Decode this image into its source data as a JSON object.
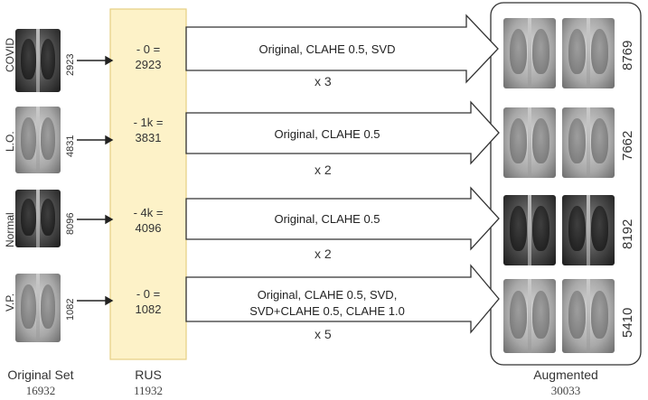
{
  "rows": [
    {
      "label": "COVID",
      "count": "2923",
      "rus_line1": "- 0 =",
      "rus_line2": "2923",
      "method_line1": "Original, CLAHE 0.5, SVD",
      "method_line2": "",
      "multiplier": "x 3",
      "augmented_count": "8769"
    },
    {
      "label": "L.O.",
      "count": "4831",
      "rus_line1": "- 1k =",
      "rus_line2": "3831",
      "method_line1": "Original, CLAHE 0.5",
      "method_line2": "",
      "multiplier": "x 2",
      "augmented_count": "7662"
    },
    {
      "label": "Normal",
      "count": "8096",
      "rus_line1": "- 4k =",
      "rus_line2": "4096",
      "method_line1": "Original, CLAHE 0.5",
      "method_line2": "",
      "multiplier": "x 2",
      "augmented_count": "8192"
    },
    {
      "label": "V.P.",
      "count": "1082",
      "rus_line1": "- 0 =",
      "rus_line2": "1082",
      "method_line1": "Original, CLAHE 0.5, SVD,",
      "method_line2": "SVD+CLAHE 0.5, CLAHE 1.0",
      "multiplier": "x 5",
      "augmented_count": "5410"
    }
  ],
  "captions": {
    "original_label": "Original Set",
    "original_total": "16932",
    "rus_label": "RUS",
    "rus_total": "11932",
    "augmented_label": "Augmented",
    "augmented_total": "30033"
  },
  "colors": {
    "rus_fill": "#fdf2c8",
    "rus_border": "#e6cf82",
    "stroke": "#333333"
  }
}
